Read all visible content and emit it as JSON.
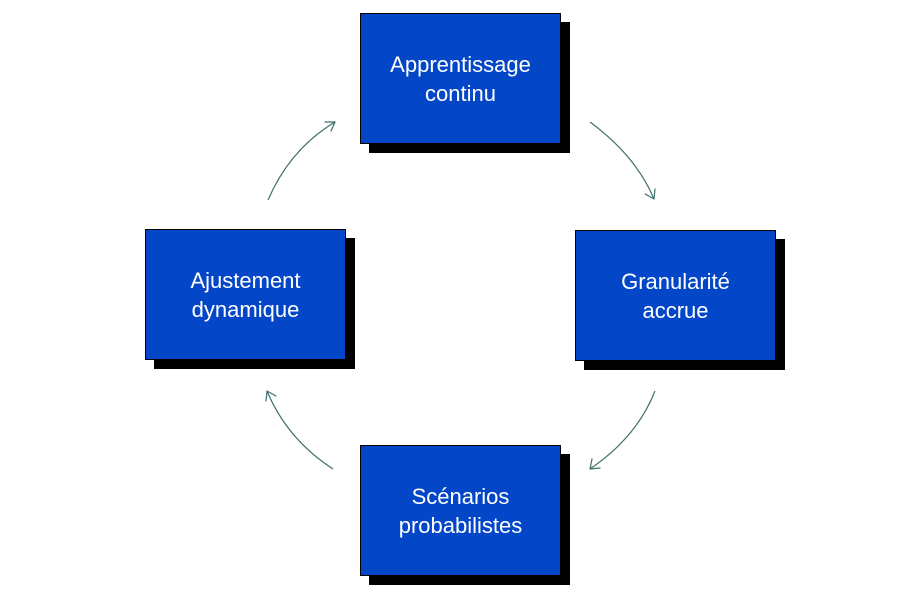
{
  "diagram": {
    "type": "cycle",
    "colors": {
      "box_fill": "#0347c8",
      "box_shadow": "#000000",
      "box_text": "#ffffff",
      "arrow": "#3f6f68",
      "background": "#ffffff"
    },
    "nodes": [
      {
        "id": "top",
        "label_lines": [
          "Apprentissage",
          "continu"
        ]
      },
      {
        "id": "right",
        "label_lines": [
          "Granularité",
          "accrue"
        ]
      },
      {
        "id": "bottom",
        "label_lines": [
          "Scénarios",
          "probabilistes"
        ]
      },
      {
        "id": "left",
        "label_lines": [
          "Ajustement",
          "dynamique"
        ]
      }
    ],
    "edges": [
      {
        "from": "top",
        "to": "right"
      },
      {
        "from": "right",
        "to": "bottom"
      },
      {
        "from": "bottom",
        "to": "left"
      },
      {
        "from": "left",
        "to": "top"
      }
    ]
  }
}
